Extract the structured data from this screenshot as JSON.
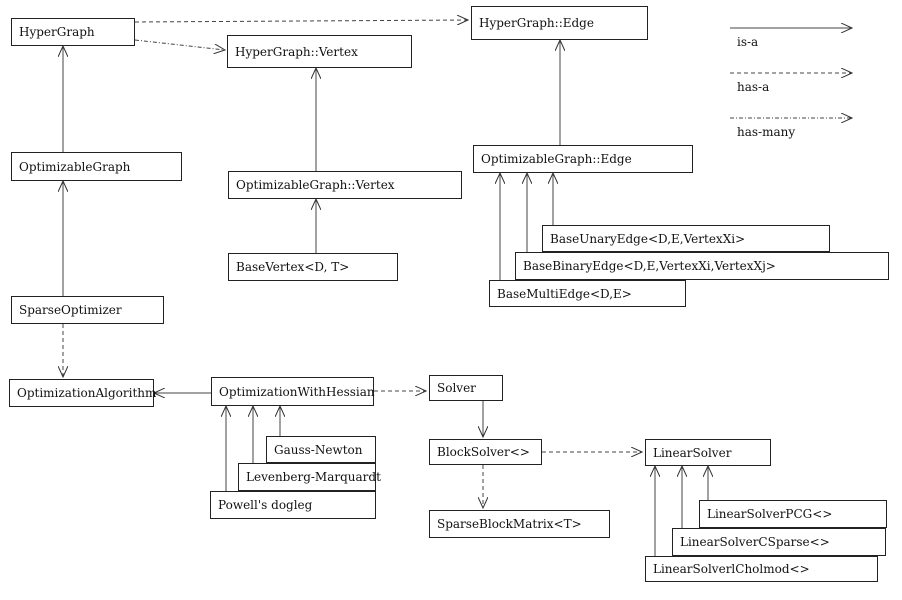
{
  "legend": {
    "is_a": "is-a",
    "has_a": "has-a",
    "has_many": "has-many"
  },
  "classes": {
    "hypergraph": "HyperGraph",
    "hypergraph_vertex": "HyperGraph::Vertex",
    "hypergraph_edge": "HyperGraph::Edge",
    "optimizable_graph": "OptimizableGraph",
    "optimizable_graph_vertex": "OptimizableGraph::Vertex",
    "optimizable_graph_edge": "OptimizableGraph::Edge",
    "base_vertex": "BaseVertex<D, T>",
    "base_unary_edge": "BaseUnaryEdge<D,E,VertexXi>",
    "base_binary_edge": "BaseBinaryEdge<D,E,VertexXi,VertexXj>",
    "base_multi_edge": "BaseMultiEdge<D,E>",
    "sparse_optimizer": "SparseOptimizer",
    "optimization_algorithm": "OptimizationAlgorithm",
    "optimization_with_hessian": "OptimizationWithHessian",
    "gauss_newton": "Gauss-Newton",
    "levenberg_marquardt": "Levenberg-Marquardt",
    "powells_dogleg": "Powell's dogleg",
    "solver": "Solver",
    "block_solver": "BlockSolver<>",
    "sparse_block_matrix": "SparseBlockMatrix<T>",
    "linear_solver": "LinearSolver",
    "linear_solver_pcg": "LinearSolverPCG<>",
    "linear_solver_csparse": "LinearSolverCSparse<>",
    "linear_solver_cholmod": "LinearSolverlCholmod<>"
  }
}
